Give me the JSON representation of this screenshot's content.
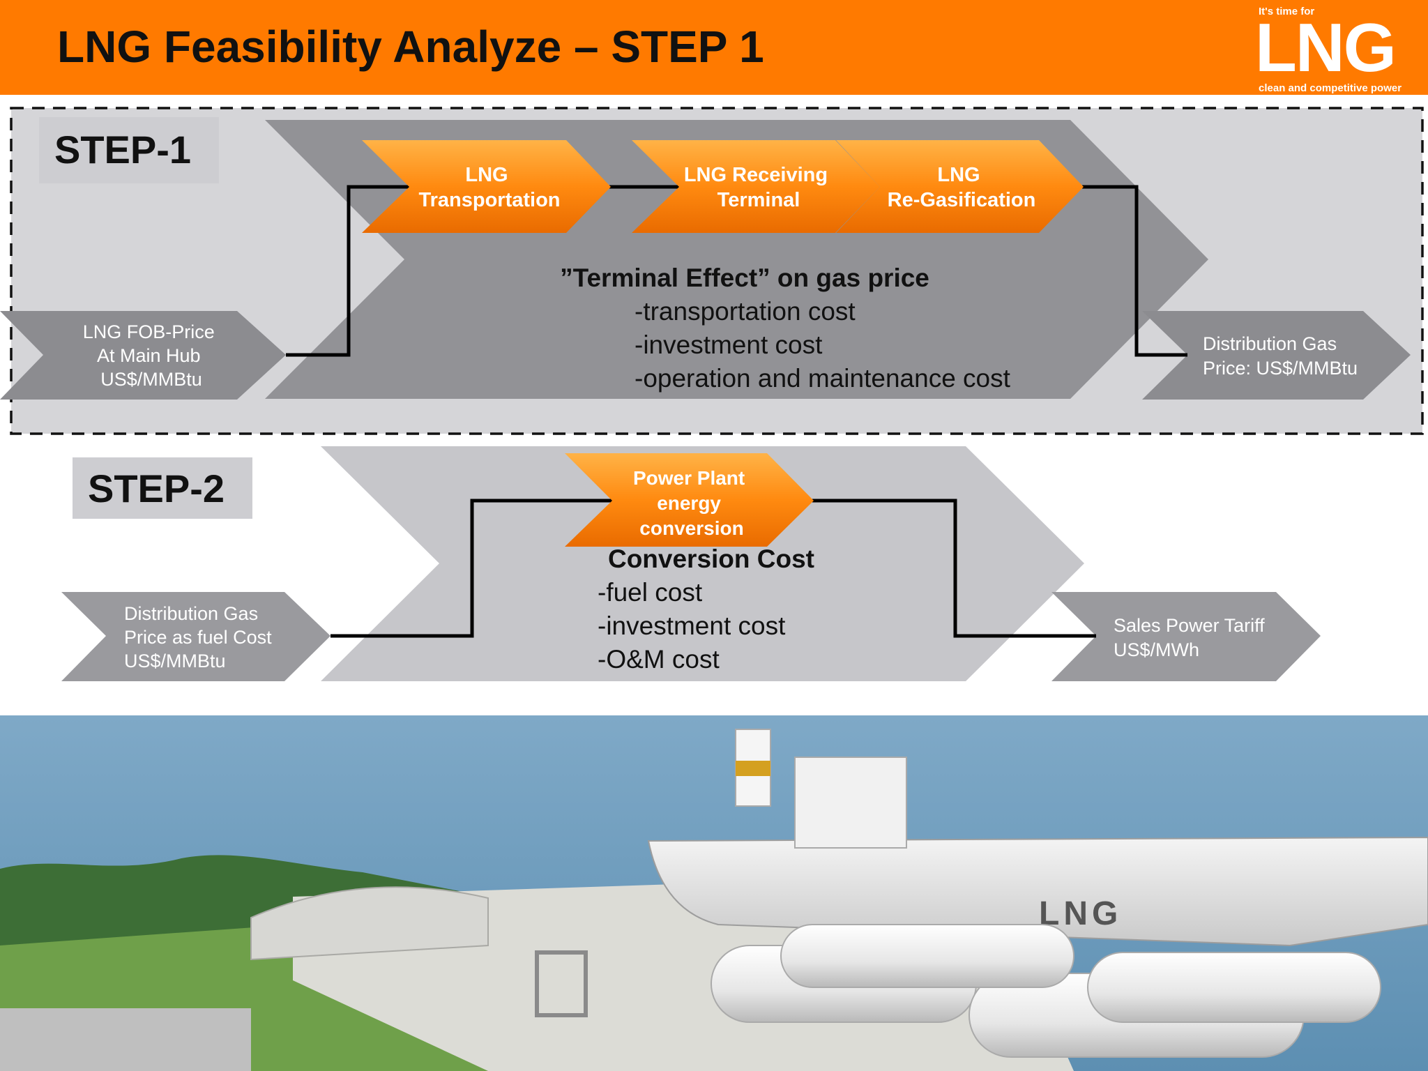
{
  "header": {
    "title": "LNG Feasibility Analyze – STEP 1",
    "logo_tagline": "It's time for",
    "logo_word": "LNG",
    "logo_subtitle": "clean and competitive power"
  },
  "step1": {
    "label": "STEP-1",
    "input": [
      "LNG FOB-Price",
      "At Main Hub",
      "US$/MMBtu"
    ],
    "processes": [
      {
        "lines": [
          "LNG",
          "Transportation"
        ]
      },
      {
        "lines": [
          "LNG Receiving",
          "Terminal"
        ]
      },
      {
        "lines": [
          "LNG",
          "Re-Gasification"
        ]
      }
    ],
    "effect_title": "”Terminal Effect” on gas price",
    "costs": [
      "-transportation cost",
      "-investment cost",
      "-operation and maintenance cost"
    ],
    "output": [
      "Distribution Gas",
      "Price: US$/MMBtu"
    ]
  },
  "step2": {
    "label": "STEP-2",
    "input": [
      "Distribution Gas",
      "Price as fuel Cost",
      "US$/MMBtu"
    ],
    "process": [
      "Power Plant",
      "energy",
      "conversion"
    ],
    "cost_title": "Conversion Cost",
    "costs": [
      "-fuel cost",
      "-investment cost",
      "-O&M cost"
    ],
    "output": [
      "Sales Power Tariff",
      "US$/MWh"
    ]
  },
  "photo": {
    "ship_marking": "LNG"
  },
  "colors": {
    "accent": "#ff7a00",
    "dark_gray": "#8f8f93",
    "light_gray": "#c6c6ca",
    "panel_gray": "#d5d5d8"
  }
}
